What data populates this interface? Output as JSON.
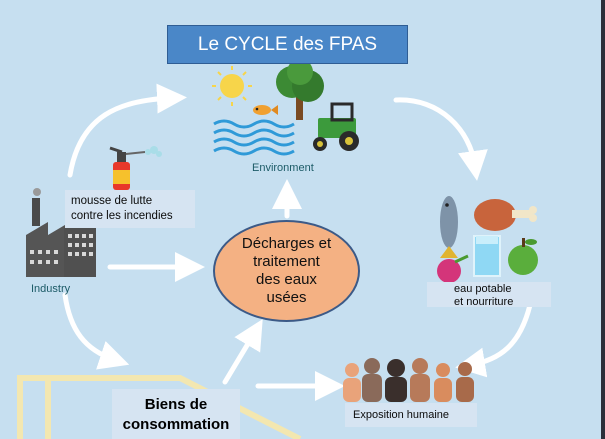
{
  "title": "Le CYCLE des FPAS",
  "nodes": {
    "environment": "Environment",
    "industry": "Industry",
    "foam_label": "mousse de lutte contre les incendies",
    "foam_line1": "mousse de lutte",
    "foam_line2": "contre les incendies",
    "discharge_line1": "Décharges et",
    "discharge_line2": "traitement",
    "discharge_line3": "des eaux",
    "discharge_line4": "usées",
    "water_food_line1": "eau potable",
    "water_food_line2": "et nourriture",
    "goods_line1": "Biens de",
    "goods_line2": "consommation",
    "human_exposure": "Exposition humaine"
  },
  "colors": {
    "background": "#c6dff0",
    "title_fill": "#4a87c8",
    "ellipse_fill": "#f4b183",
    "label_box": "#d6e4f2",
    "arrow": "#ffffff"
  },
  "icons": [
    "sun-icon",
    "fish-icon",
    "tree-icon",
    "water-waves-icon",
    "tractor-icon",
    "fire-extinguisher-icon",
    "factory-icon",
    "fish-food-icon",
    "chicken-leg-icon",
    "water-glass-icon",
    "apple-icon",
    "beet-icon",
    "people-crowd-icon",
    "house-roof-icon"
  ]
}
